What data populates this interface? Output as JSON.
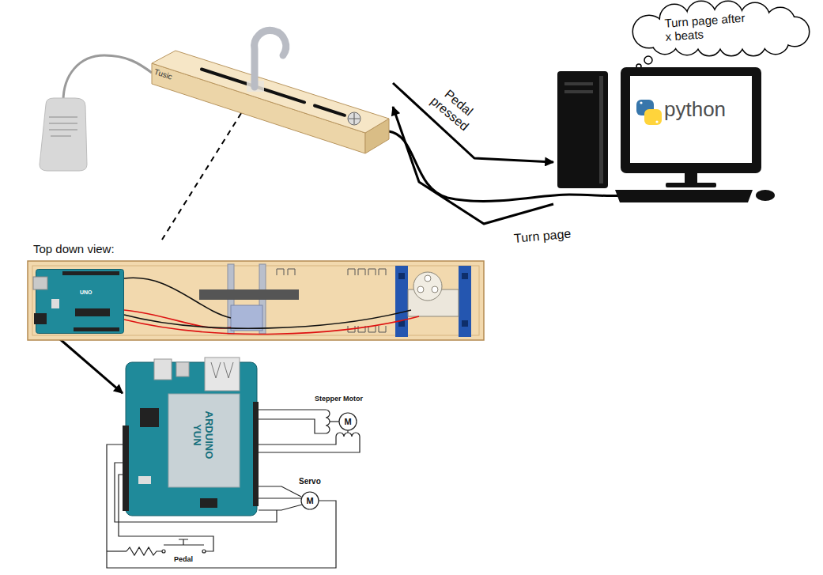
{
  "diagram": {
    "nodes": [
      {
        "text": [
          "Tusic"
        ]
      },
      {
        "text": [
          "Turn page after x beats"
        ]
      },
      {
        "text": [
          "python"
        ]
      },
      {
        "text": [
          "Top down view:"
        ]
      },
      {
        "text": [
          "UNO"
        ],
        "in": 3
      },
      {
        "text": [
          "ARDUINO YUN"
        ]
      }
    ],
    "edges": [
      {
        "from": 0,
        "to": 2,
        "arrow": "to",
        "label": "Pedal pressed"
      },
      {
        "from": 2,
        "to": 0,
        "arrow": "to",
        "label": "Turn page"
      },
      {
        "from": 0,
        "to": 3,
        "arrow": "none"
      },
      {
        "from": 4,
        "to": 5,
        "arrow": "to"
      }
    ],
    "labels": [
      "Stepper Motor",
      "M",
      "Servo",
      "M",
      "Pedal"
    ]
  }
}
